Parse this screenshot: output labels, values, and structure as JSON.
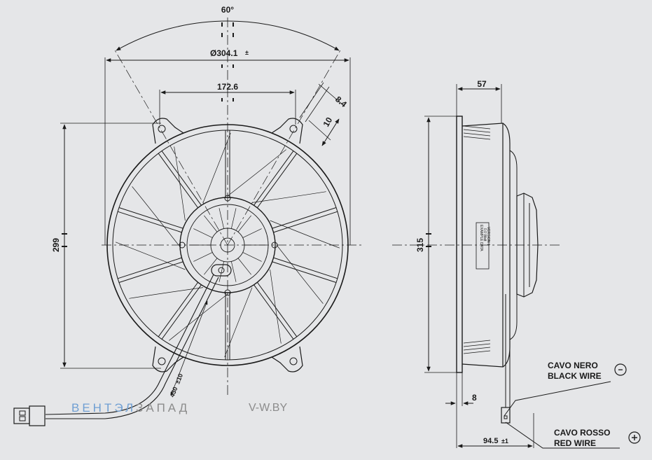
{
  "dimensions": {
    "angle": "60°",
    "outer_diameter": "Ø304.1",
    "outer_diameter_tol": "±",
    "hole_spacing": "172.6",
    "slot_width": "8.4",
    "tab_depth": "10",
    "height": "299",
    "side_height": "315",
    "depth": "57",
    "flange": "8",
    "total_depth": "94.5",
    "total_depth_tol": "±1",
    "cable_length": "430",
    "cable_length_tol": "±10"
  },
  "label_text": [
    "EXAMPLE DATA",
    "0.0 Watt",
    "VERSION 1"
  ],
  "wires": {
    "black_it": "CAVO NERO",
    "black_en": "BLACK WIRE",
    "black_symbol": "−",
    "red_it": "CAVO ROSSO",
    "red_en": "RED WIRE",
    "red_symbol": "+"
  },
  "watermark": {
    "part1": "ВЕНТЭЛ",
    "part2": "ЗАПАД",
    "url": "V-W.BY"
  },
  "colors": {
    "background": "#e5e6e8",
    "line": "#1a1a1a",
    "watermark_blue": "#6f9fd3",
    "watermark_gray": "#8c8c8c"
  }
}
